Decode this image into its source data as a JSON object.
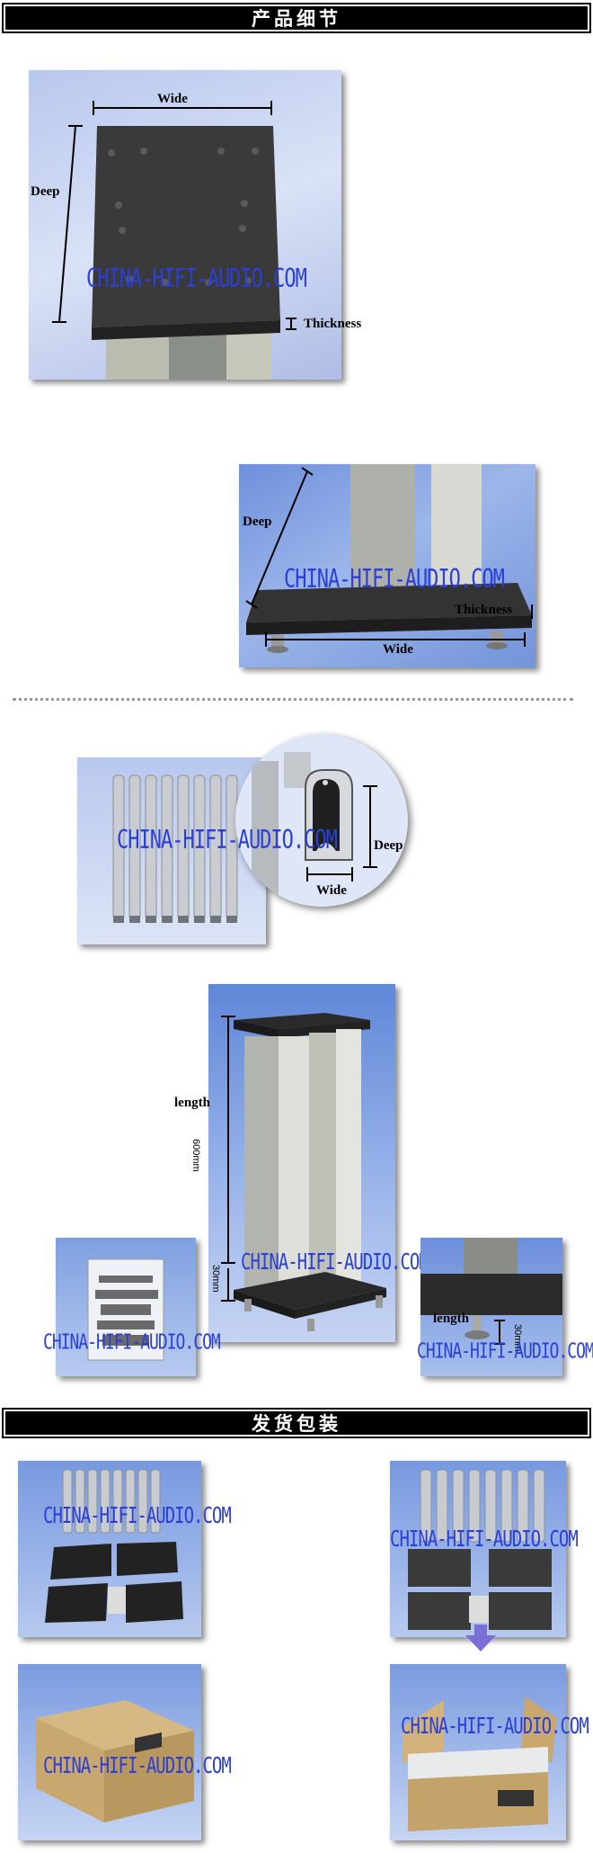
{
  "section1": {
    "title": "产品细节"
  },
  "section2": {
    "title": "发货包装"
  },
  "watermark": "CHINA-HIFI-AUDIO.COM",
  "labels": {
    "wide": "Wide",
    "deep": "Deep",
    "thickness": "Thickness",
    "length": "length",
    "mm600": "600mm",
    "mm30": "30mm"
  },
  "colors": {
    "banner": "#000000",
    "watermark": "#2a3fd8",
    "backdrop": "#5a82d6"
  }
}
